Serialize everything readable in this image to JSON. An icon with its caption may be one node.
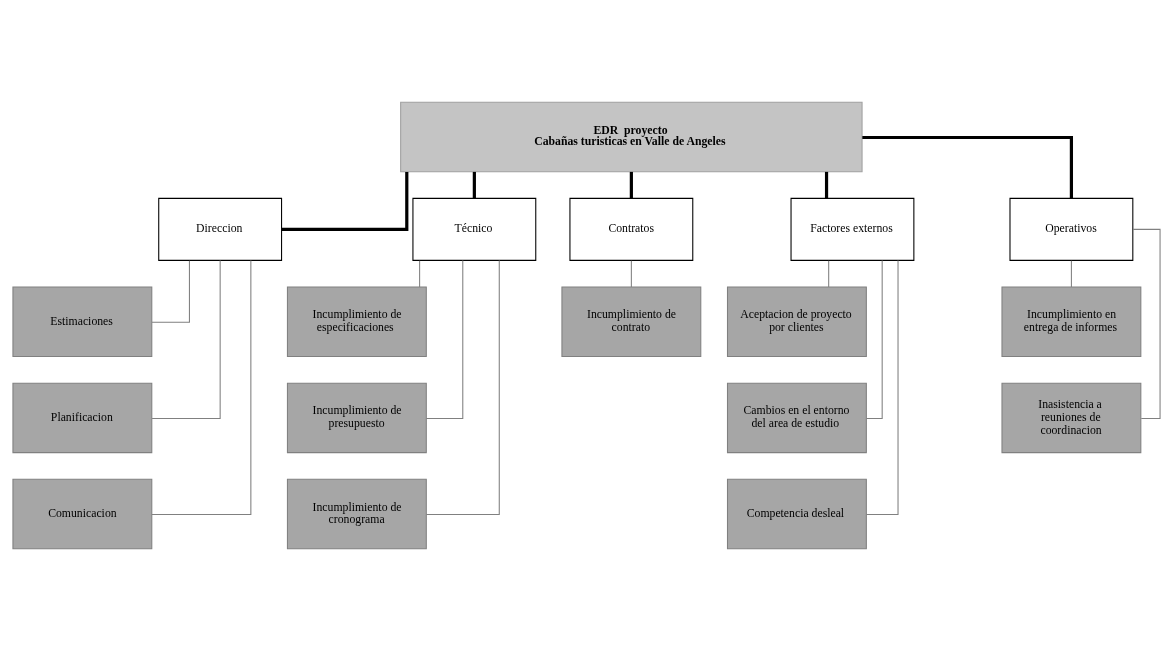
{
  "diagram": {
    "nodes": [
      {
        "text": [
          "EDR  proyecto",
          "Cabañas turisticas en Valle de Angeles"
        ]
      },
      {
        "text": [
          "Direccion"
        ]
      },
      {
        "text": [
          "Técnico"
        ]
      },
      {
        "text": [
          "Contratos"
        ]
      },
      {
        "text": [
          "Factores externos"
        ]
      },
      {
        "text": [
          "Operativos"
        ]
      },
      {
        "text": [
          "Estimaciones"
        ]
      },
      {
        "text": [
          "Planificacion"
        ]
      },
      {
        "text": [
          "Comunicacion"
        ]
      },
      {
        "text": [
          "Incumplimiento de especificaciones"
        ]
      },
      {
        "text": [
          "Incumplimiento de presupuesto"
        ]
      },
      {
        "text": [
          "Incumplimiento de cronograma"
        ]
      },
      {
        "text": [
          "Incumplimiento de contrato"
        ]
      },
      {
        "text": [
          "Aceptacion de proyecto por clientes"
        ]
      },
      {
        "text": [
          "Cambios en el entorno del area de estudio"
        ]
      },
      {
        "text": [
          "Competencia desleal"
        ]
      },
      {
        "text": [
          "Incumplimiento en entrega de informes"
        ]
      },
      {
        "text": [
          "Inasistencia a reuniones de coordinacion"
        ]
      }
    ],
    "edges": [
      {
        "from": 0,
        "to": 1,
        "arrow": "none",
        "style": "thick",
        "color": "#000000"
      },
      {
        "from": 0,
        "to": 2,
        "arrow": "none",
        "style": "thick",
        "color": "#000000"
      },
      {
        "from": 0,
        "to": 3,
        "arrow": "none",
        "style": "thick",
        "color": "#000000"
      },
      {
        "from": 0,
        "to": 4,
        "arrow": "none",
        "style": "thick",
        "color": "#000000"
      },
      {
        "from": 0,
        "to": 5,
        "arrow": "none",
        "style": "thick",
        "color": "#000000"
      },
      {
        "from": 1,
        "to": 6,
        "arrow": "none"
      },
      {
        "from": 1,
        "to": 7,
        "arrow": "none"
      },
      {
        "from": 1,
        "to": 8,
        "arrow": "none"
      },
      {
        "from": 2,
        "to": 9,
        "arrow": "none"
      },
      {
        "from": 2,
        "to": 10,
        "arrow": "none"
      },
      {
        "from": 2,
        "to": 11,
        "arrow": "none"
      },
      {
        "from": 3,
        "to": 12,
        "arrow": "none"
      },
      {
        "from": 4,
        "to": 13,
        "arrow": "none"
      },
      {
        "from": 4,
        "to": 14,
        "arrow": "none"
      },
      {
        "from": 4,
        "to": 15,
        "arrow": "none"
      },
      {
        "from": 5,
        "to": 16,
        "arrow": "none"
      },
      {
        "from": 5,
        "to": 17,
        "arrow": "none"
      }
    ]
  }
}
